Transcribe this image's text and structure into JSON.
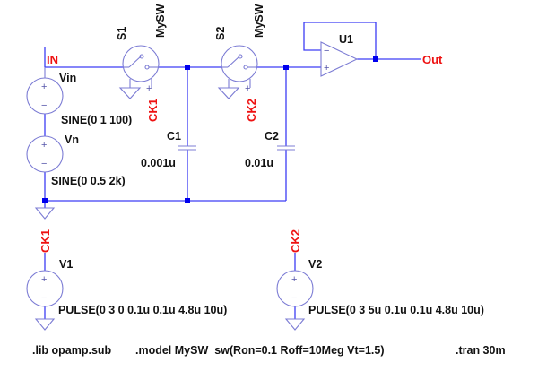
{
  "schematic": {
    "nets": {
      "in": "IN",
      "out": "Out",
      "ck1": "CK1",
      "ck2": "CK2"
    },
    "components": {
      "vin": {
        "ref": "Vin",
        "value": "SINE(0 1 100)"
      },
      "vn": {
        "ref": "Vn",
        "value": "SINE(0 0.5 2k)"
      },
      "s1": {
        "ref": "S1",
        "model": "MySW"
      },
      "s2": {
        "ref": "S2",
        "model": "MySW"
      },
      "c1": {
        "ref": "C1",
        "value": "0.001u"
      },
      "c2": {
        "ref": "C2",
        "value": "0.01u"
      },
      "u1": {
        "ref": "U1"
      },
      "v1": {
        "ref": "V1",
        "value": "PULSE(0 3 0 0.1u 0.1u 4.8u 10u)"
      },
      "v2": {
        "ref": "V2",
        "value": "PULSE(0 3 5u 0.1u 0.1u 4.8u 10u)"
      }
    },
    "pin_signs": {
      "plus": "+",
      "minus": "−"
    },
    "directives": [
      ".lib opamp.sub",
      ".model MySW  sw(Ron=0.1 Roff=10Meg Vt=1.5)",
      ".tran 30m"
    ],
    "colors": {
      "wire": "#3d3df5",
      "symbol": "#7c7cd4",
      "net_label": "#ee1111",
      "junction": "#0000ee"
    }
  }
}
